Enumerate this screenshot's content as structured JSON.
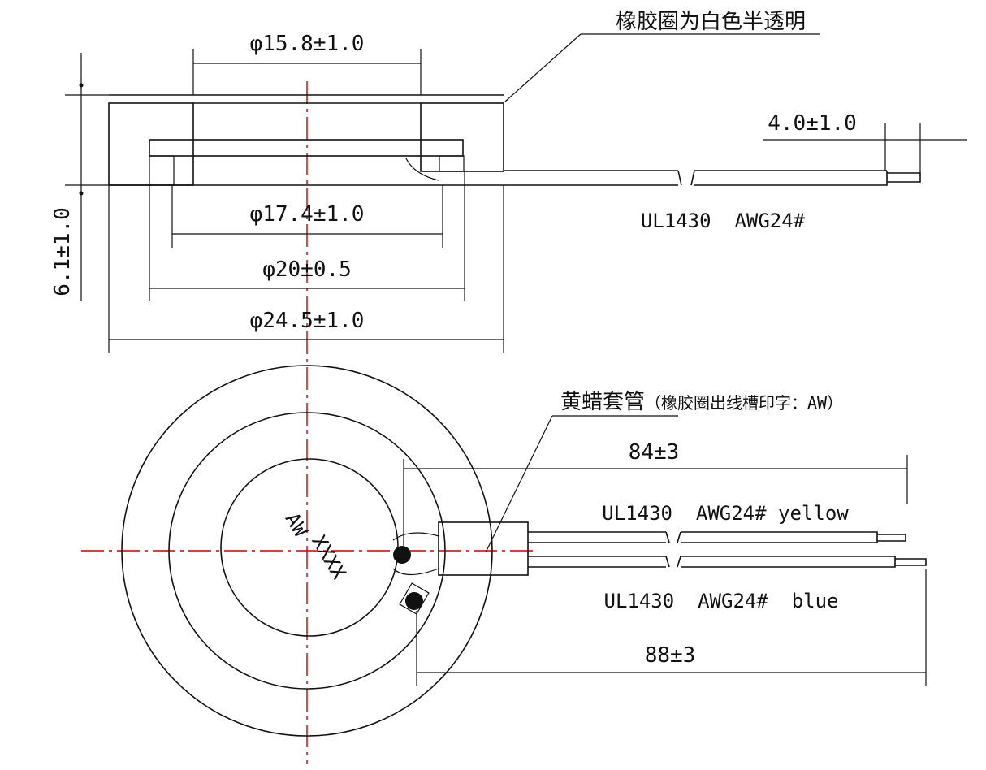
{
  "title_note": "橡胶圈为白色半透明",
  "dims": {
    "d_inner_top": "φ15.8±1.0",
    "strip": "4.0±1.0",
    "d_plate": "φ17.4±1.0",
    "height": "6.1±1.0",
    "d_disc": "φ20±0.5",
    "d_outer": "φ24.5±1.0",
    "len_yellow": "84±3",
    "len_blue": "88±3"
  },
  "wire_top": "UL1430  AWG24#",
  "wire_yellow": "UL1430  AWG24# yellow",
  "wire_blue": "UL1430  AWG24#  blue",
  "sleeve_note": "黄蜡套管",
  "sleeve_note_detail": "（橡胶圈出线槽印字：AW）",
  "disc_mark1": "AW",
  "disc_mark2": "XXXX"
}
